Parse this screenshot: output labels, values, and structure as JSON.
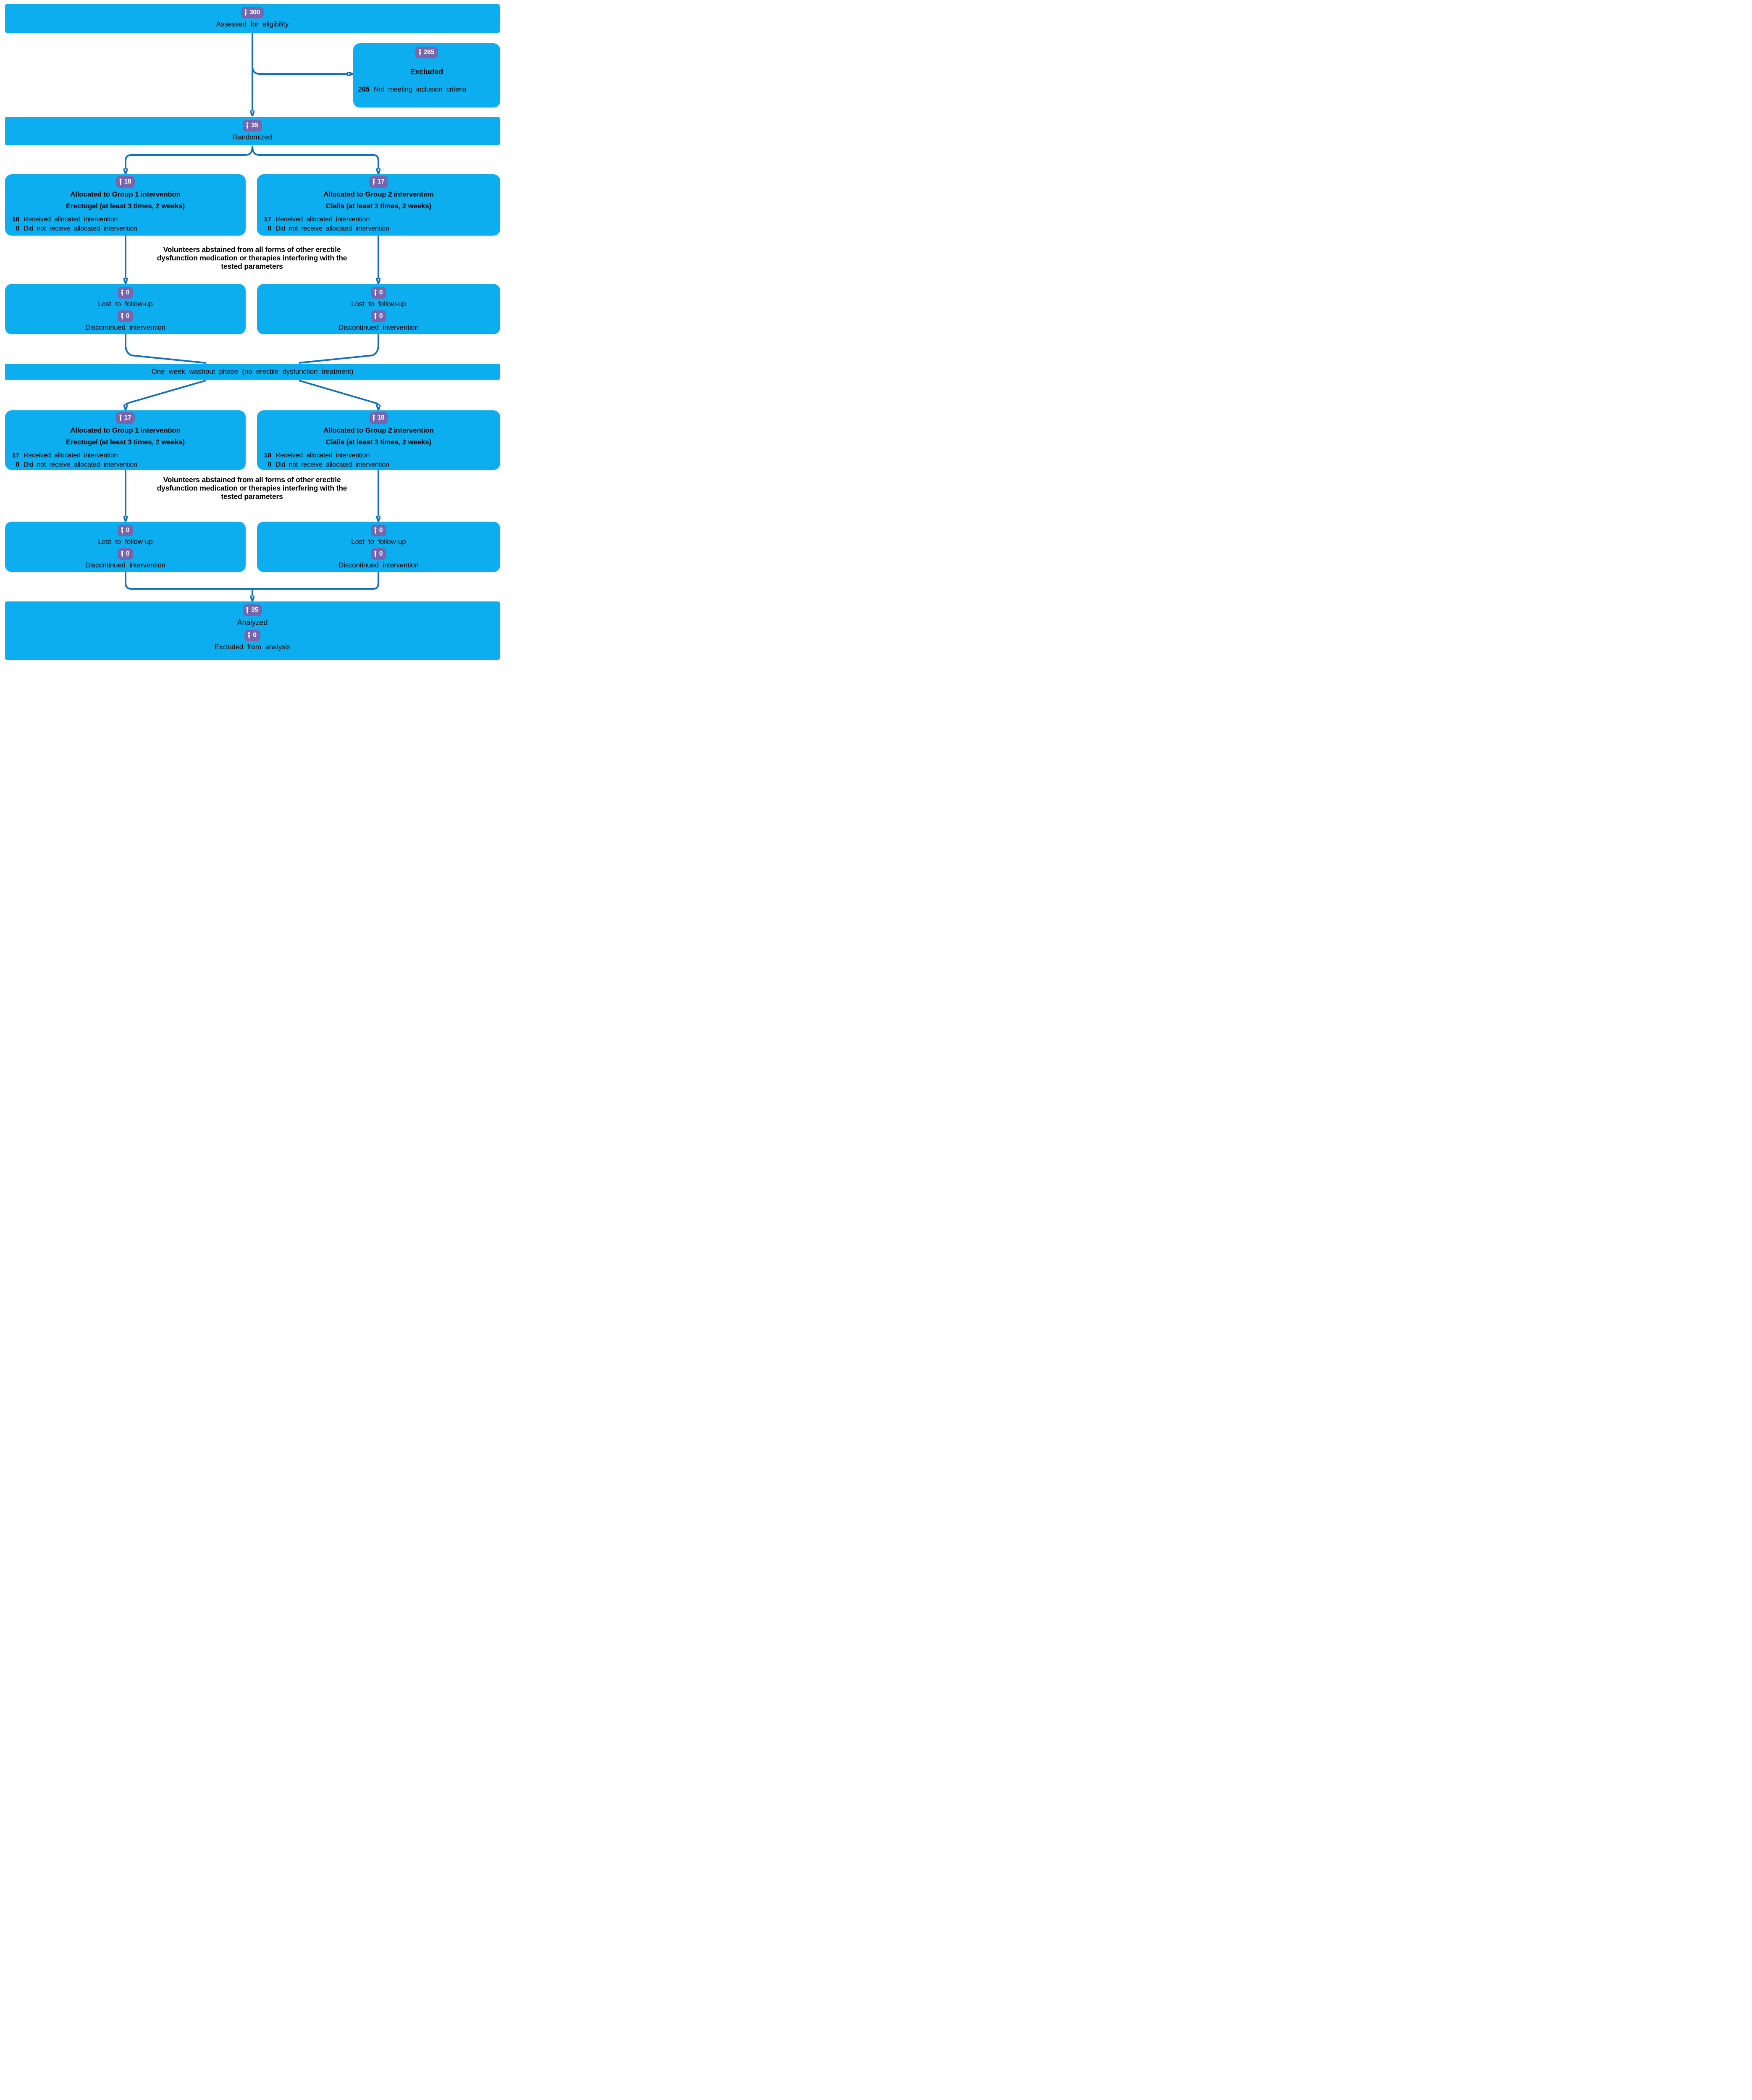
{
  "colors": {
    "box_fill": "#0DAEEF",
    "arrow_blue": "#1173BE",
    "badge_purple": "#7766AF",
    "text_black": "#000000",
    "bg": "#FFFFFF"
  },
  "assessed": {
    "count": "300",
    "label": "Assessed for eligibility"
  },
  "excluded": {
    "count": "265",
    "title": "Excluded",
    "reason_count": "265",
    "reason_text": "Not meeting inclusion criteria"
  },
  "randomized": {
    "count": "35",
    "label": "Randomized"
  },
  "phase1": {
    "left": {
      "count": "18",
      "title1": "Allocated to Group 1 intervention",
      "title2": "Erectogel (at least 3 times, 2 weeks)",
      "received_count": "18",
      "received_label": "Received allocated intervention",
      "not_received_count": "0",
      "not_received_label": "Did not receive allocated intervention"
    },
    "right": {
      "count": "17",
      "title1": "Allocated to Group 2 intervention",
      "title2": "Cialis (at least 3 times, 2 weeks)",
      "received_count": "17",
      "received_label": "Received allocated intervention",
      "not_received_count": "0",
      "not_received_label": "Did not receive allocated intervention"
    }
  },
  "note1": {
    "lines": [
      "Volunteers abstained from all forms of other erectile",
      "dysfunction medication or therapies interfering with the",
      "tested parameters"
    ]
  },
  "followup1": {
    "left": {
      "lost_count": "0",
      "lost_label": "Lost to follow-up",
      "disc_count": "0",
      "disc_label": "Discontinued intervention"
    },
    "right": {
      "lost_count": "0",
      "lost_label": "Lost to follow-up",
      "disc_count": "0",
      "disc_label": "Discontinued intervention"
    }
  },
  "washout": {
    "label": "One week washout phase (no erectile dysfunction treatment)"
  },
  "phase2": {
    "left": {
      "count": "17",
      "title1": "Allocated to Group 1 intervention",
      "title2": "Erectogel (at least 3 times, 2 weeks)",
      "received_count": "17",
      "received_label": "Received allocated intervention",
      "not_received_count": "0",
      "not_received_label": "Did not receive allocated intervention"
    },
    "right": {
      "count": "18",
      "title1": "Allocated to Group 2 intervention",
      "title2": "Cialis (at least 3 times, 2 weeks)",
      "received_count": "18",
      "received_label": "Received allocated intervention",
      "not_received_count": "0",
      "not_received_label": "Did not receive allocated intervention"
    }
  },
  "note2": {
    "lines": [
      "Volunteers abstained from all forms of other erectile",
      "dysfunction medication or therapies interfering with the",
      "tested parameters"
    ]
  },
  "followup2": {
    "left": {
      "lost_count": "0",
      "lost_label": "Lost to follow-up",
      "disc_count": "0",
      "disc_label": "Discontinued intervention"
    },
    "right": {
      "lost_count": "0",
      "lost_label": "Lost to follow-up",
      "disc_count": "0",
      "disc_label": "Discontinued intervention"
    }
  },
  "analyzed": {
    "count": "35",
    "label": "Analyzed",
    "excluded_count": "0",
    "excluded_label": "Excluded from analysis"
  }
}
